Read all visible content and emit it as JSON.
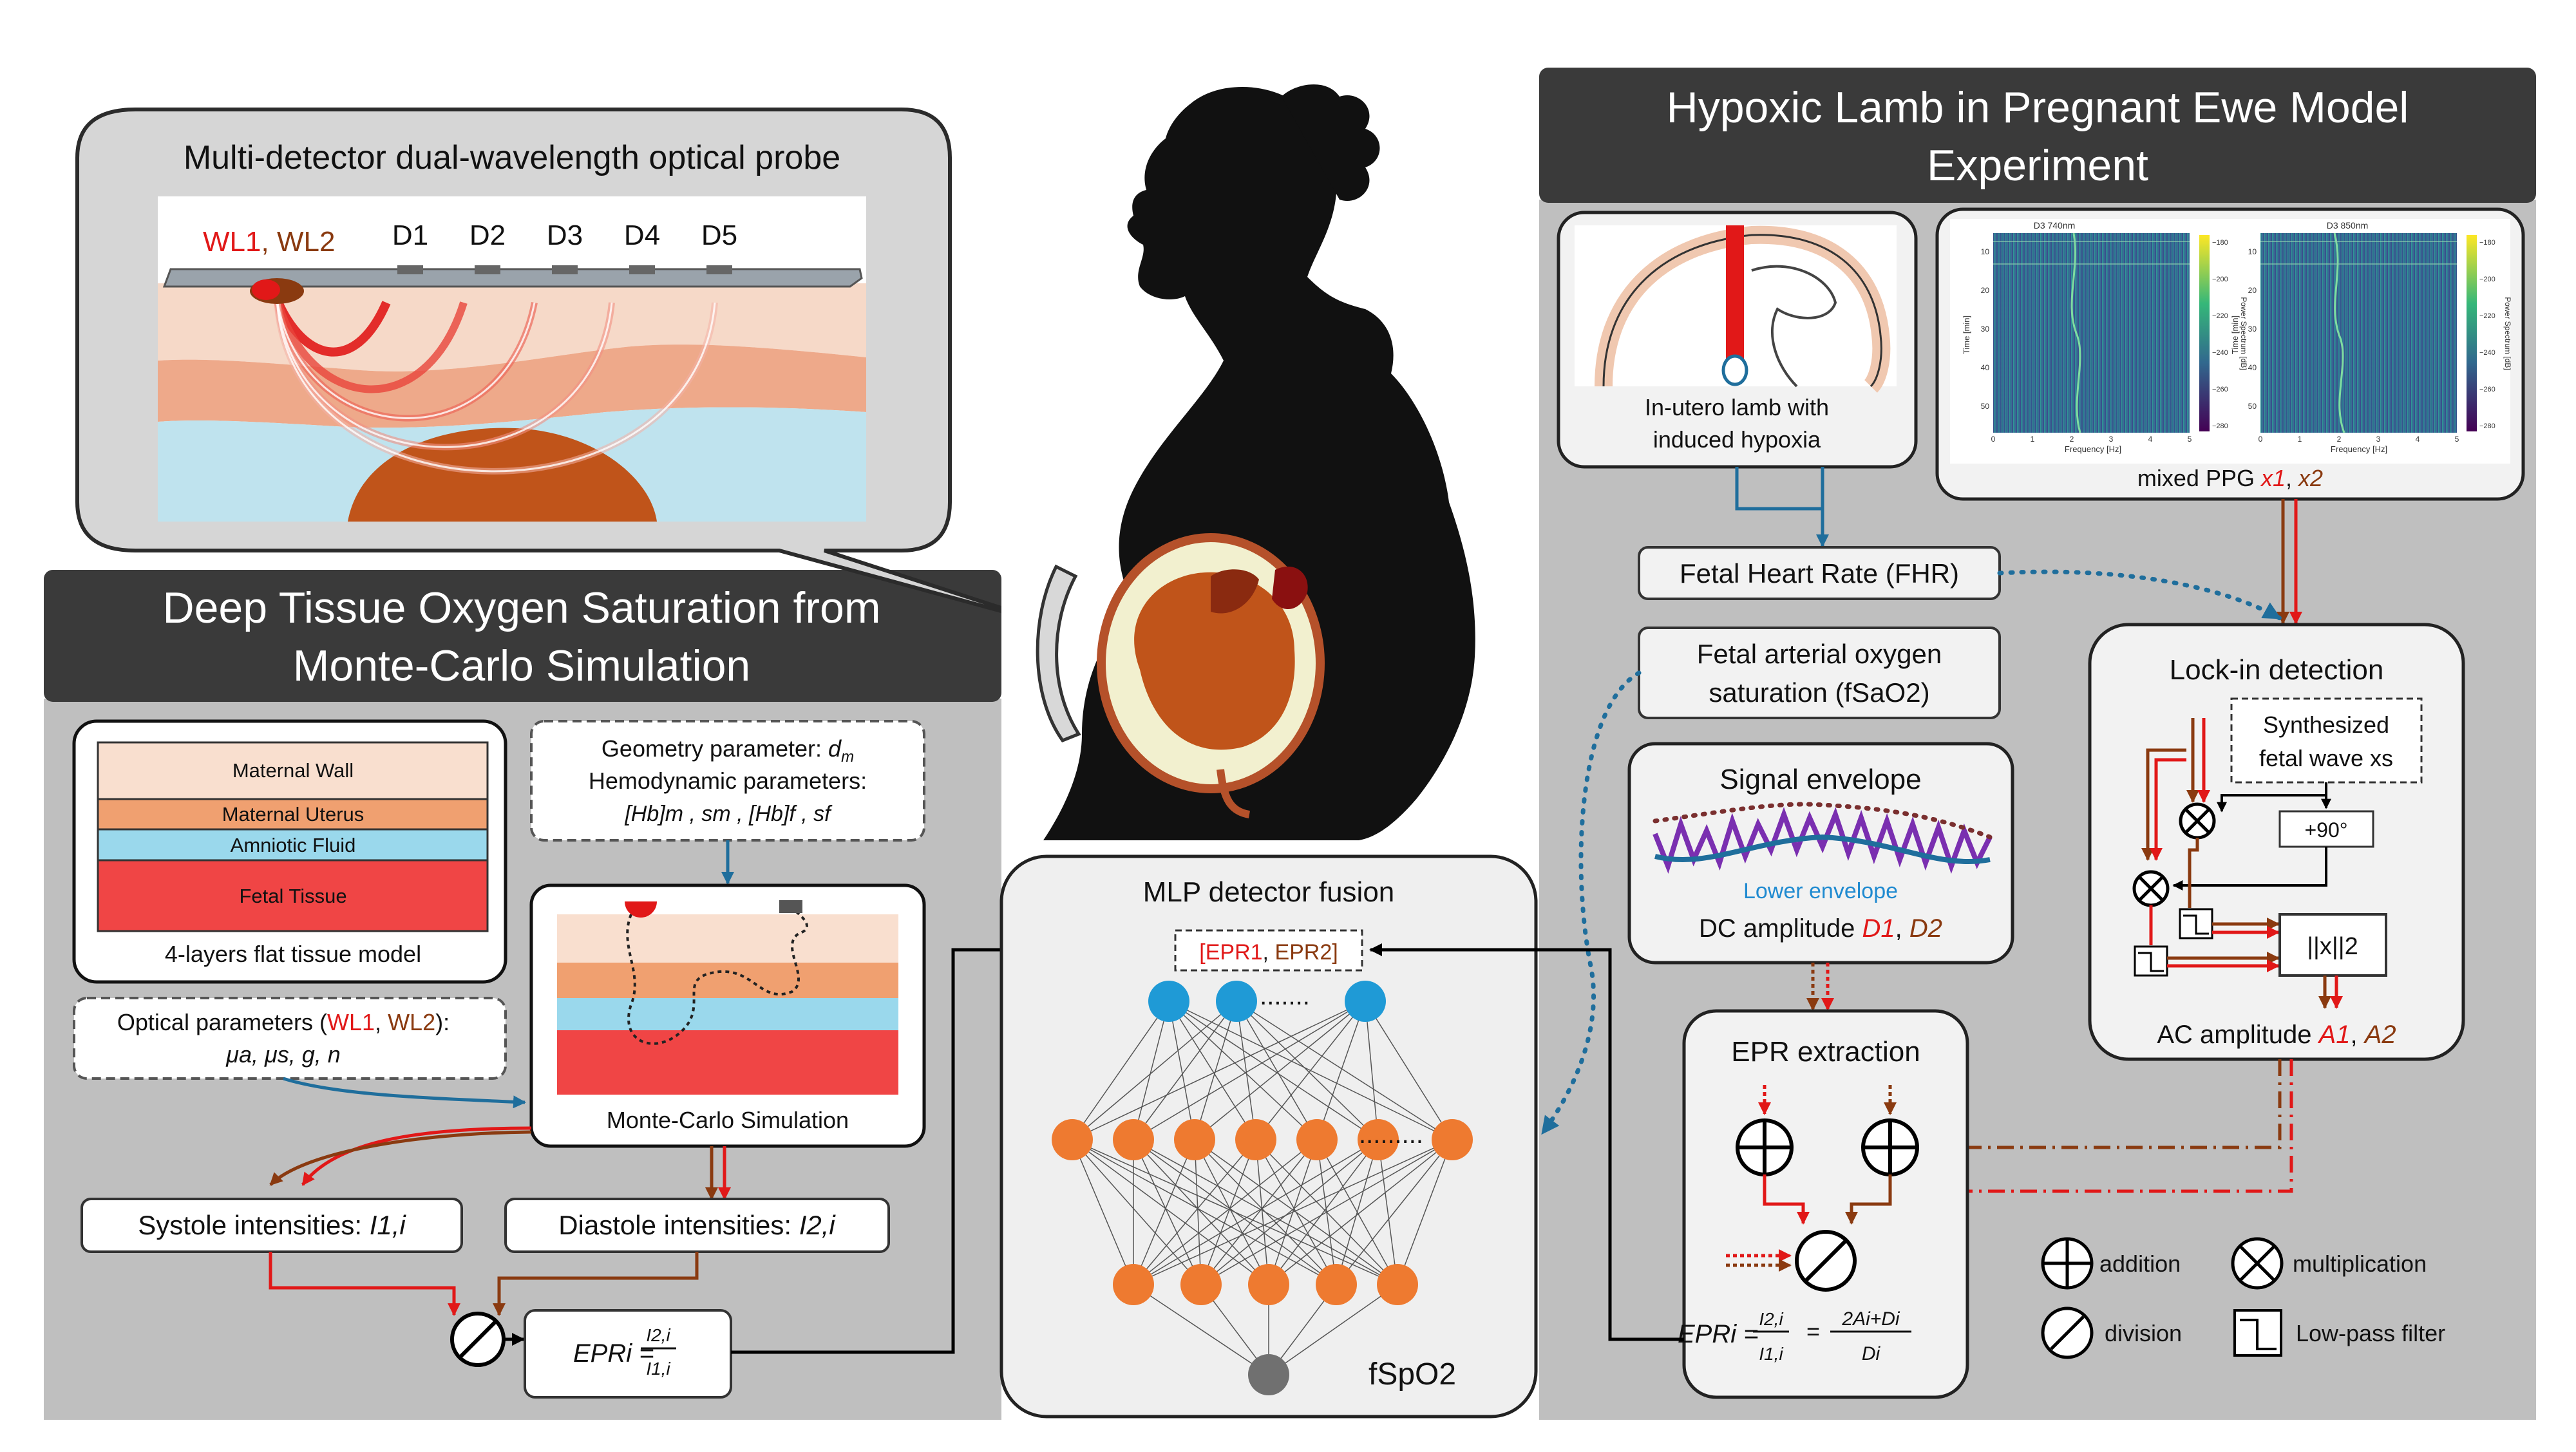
{
  "probe": {
    "title": "Multi-detector dual-wavelength optical probe",
    "wl1": "WL1",
    "wl_sep": ", ",
    "wl2": "WL2",
    "detectors": [
      "D1",
      "D2",
      "D3",
      "D4",
      "D5"
    ]
  },
  "monte_carlo": {
    "header_line1": "Deep Tissue Oxygen Saturation from",
    "header_line2": "Monte-Carlo Simulation",
    "layers": [
      "Maternal Wall",
      "Maternal Uterus",
      "Amniotic Fluid",
      "Fetal Tissue"
    ],
    "tissue_caption": "4-layers flat tissue model",
    "geometry_label": "Geometry parameter: ",
    "geometry_sym": "d",
    "geometry_sub": "m",
    "hemo_label": "Hemodynamic parameters:",
    "hemo_values": "[Hb]m , sm , [Hb]f , sf",
    "optical_prefix": "Optical parameters (",
    "optical_wl1": "WL1",
    "optical_sep": ", ",
    "optical_wl2": "WL2",
    "optical_suffix": "):",
    "optical_values": "μa, μs, g, n",
    "sim_caption": "Monte-Carlo Simulation",
    "systole_label": "Systole intensities: ",
    "systole_sym": "I1,i",
    "diastole_label": "Diastole intensities: ",
    "diastole_sym": "I2,i",
    "epr_formula_lhs": "EPRi =",
    "epr_formula_num": "I2,i",
    "epr_formula_den": "I1,i"
  },
  "mlp": {
    "title": "MLP detector fusion",
    "inputs_open": "[",
    "input1": "EPR1",
    "inputs_sep": ", ",
    "input2": "EPR2",
    "inputs_close": "]",
    "dots_top": ".......",
    "dots_hidden": ".........",
    "output_label": "fSpO2"
  },
  "experiment": {
    "header_line1": "Hypoxic Lamb in Pregnant Ewe Model",
    "header_line2": "Experiment",
    "lamb_caption_line1": "In-utero lamb with",
    "lamb_caption_line2": "induced hypoxia",
    "spectrogram_left_title": "D3 740nm",
    "spectrogram_right_title": "D3 850nm",
    "spectrogram_xlabel": "Frequency [Hz]",
    "spectrogram_ylabel": "Time [min]",
    "spectrogram_cbar_label": "Power Spectrum [dB]",
    "spectrogram_yticks": [
      "10",
      "20",
      "30",
      "40",
      "50"
    ],
    "spectrogram_xticks": [
      "0",
      "1",
      "2",
      "3",
      "4",
      "5"
    ],
    "spectrogram_cbar_ticks": [
      "−180",
      "−200",
      "−220",
      "−240",
      "−260",
      "−280"
    ],
    "ppg_label": "mixed PPG ",
    "ppg_x1": "x1",
    "ppg_sep": ", ",
    "ppg_x2": "x2",
    "fhr_label": "Fetal Heart Rate (FHR)",
    "fsao2_line1": "Fetal arterial oxygen",
    "fsao2_line2": "saturation (fSaO2)",
    "envelope_title": "Signal envelope",
    "lower_envelope": "Lower envelope",
    "dc_label": "DC amplitude ",
    "dc_d1": "D1",
    "dc_sep": ", ",
    "dc_d2": "D2",
    "lockin_title": "Lock-in detection",
    "synth_line1": "Synthesized",
    "synth_line2": "fetal wave xs",
    "phase_shift": "+90°",
    "norm_label": "||x||2",
    "ac_label": "AC amplitude ",
    "ac_a1": "A1",
    "ac_sep": ", ",
    "ac_a2": "A2",
    "epr_title": "EPR extraction",
    "epr_final_lhs": "EPRi =",
    "epr_final_num1": "I2,i",
    "epr_final_den1": "I1,i",
    "epr_final_eq": "=",
    "epr_final_num2": "2Ai+Di",
    "epr_final_den2": "Di"
  },
  "legend": {
    "addition": "addition",
    "multiplication": "multiplication",
    "division": "division",
    "lowpass": "Low-pass filter"
  },
  "colors": {
    "wl1": "#e11818",
    "wl2": "#8a3a10",
    "header_bg": "#3a3a3a",
    "panel_bg": "#bfbfbf",
    "link_blue": "#1f6e9c",
    "node_blue": "#1f9ad6",
    "node_orange": "#ee7a30",
    "node_gray": "#707070"
  }
}
